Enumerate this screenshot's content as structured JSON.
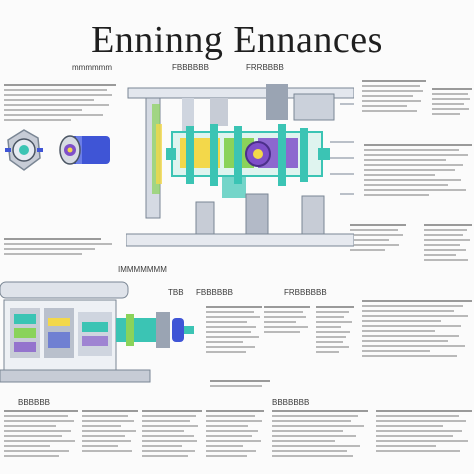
{
  "title": "Enninng Ennances",
  "headers": {
    "top_left": "mmmmmm",
    "top_mid": "FBBBBBB",
    "top_right": "FRRBBBB",
    "mid_left": "IMMMMMMM",
    "mid_center_a": "TBB",
    "mid_center_b": "FBBBBBB",
    "mid_right": "FRBBBBBB",
    "bottom_left": "BBBBBB",
    "bottom_right": "BBBBBBB"
  },
  "colors": {
    "teal": "#3bc4b4",
    "green": "#8ad35a",
    "purple": "#7f4fc9",
    "blue": "#3f55d6",
    "yellow": "#f3d84a",
    "grey": "#c7ccd6",
    "frame": "#7a8694"
  }
}
